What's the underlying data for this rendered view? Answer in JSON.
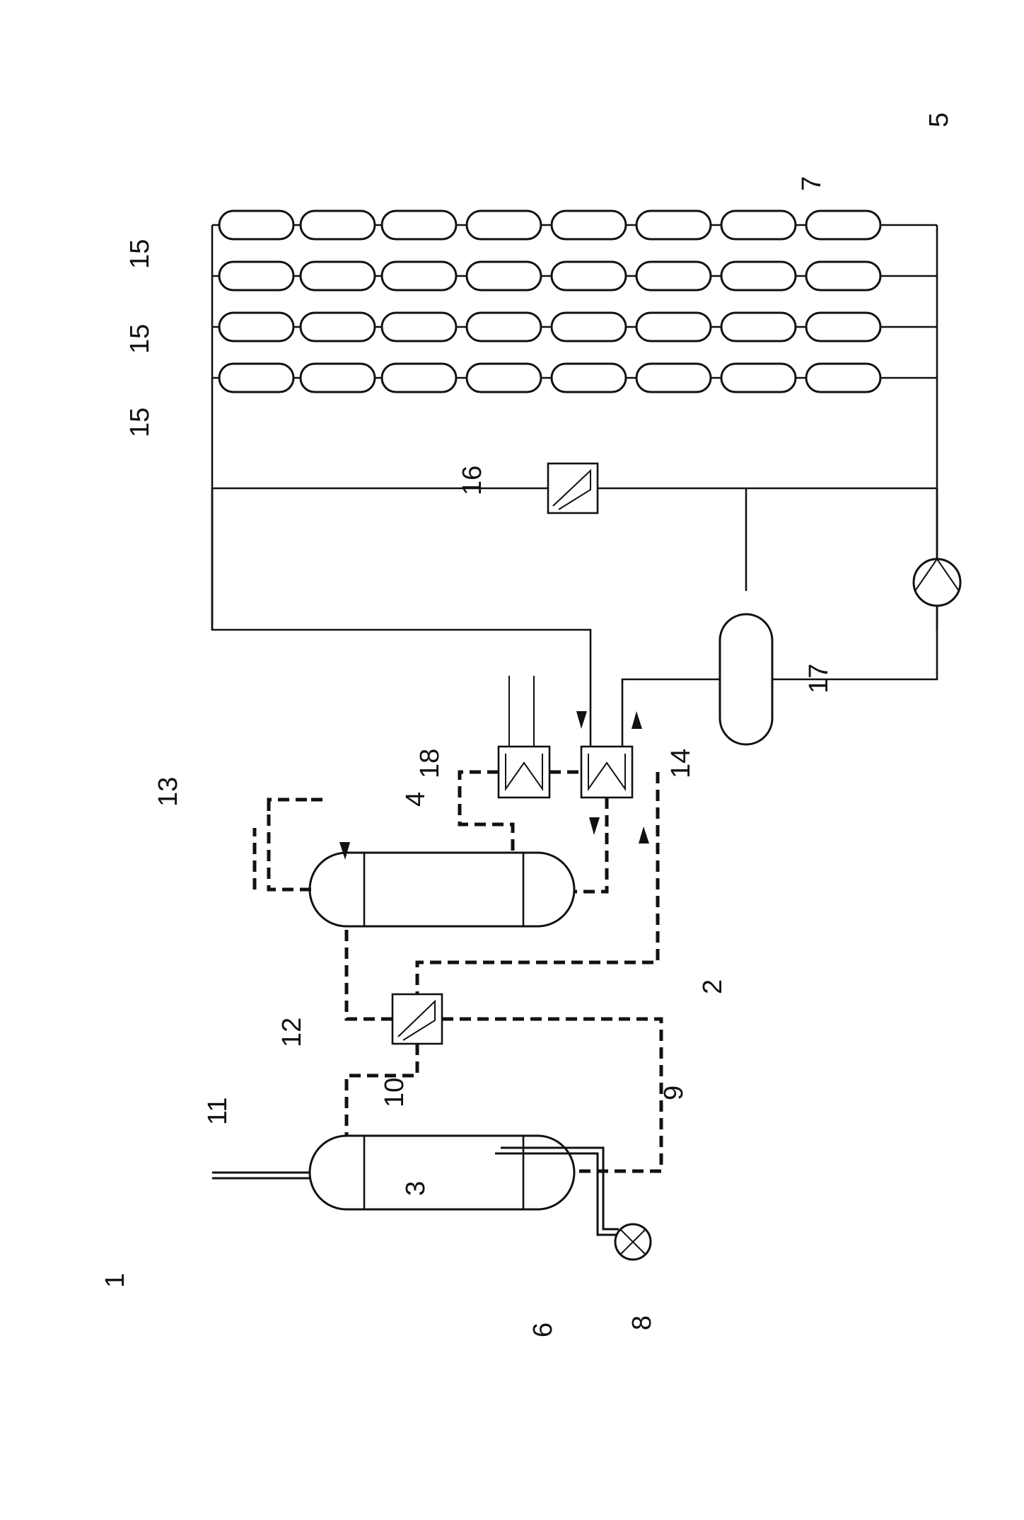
{
  "labels": {
    "plant": "1",
    "circuit": "2",
    "vessel_a": "3",
    "vessel_b": "4",
    "solar_field": "5",
    "source": "6",
    "field_line": "7",
    "feed_line": "8",
    "bottom_line": "9",
    "top_line": "10",
    "outlet_line": "11",
    "heat_exchanger_a": "12",
    "heater": "13",
    "heat_exchanger_b": "14",
    "collector": "15",
    "heat_exchanger_c": "16",
    "tank": "17",
    "heat_exchanger_d": "18"
  }
}
